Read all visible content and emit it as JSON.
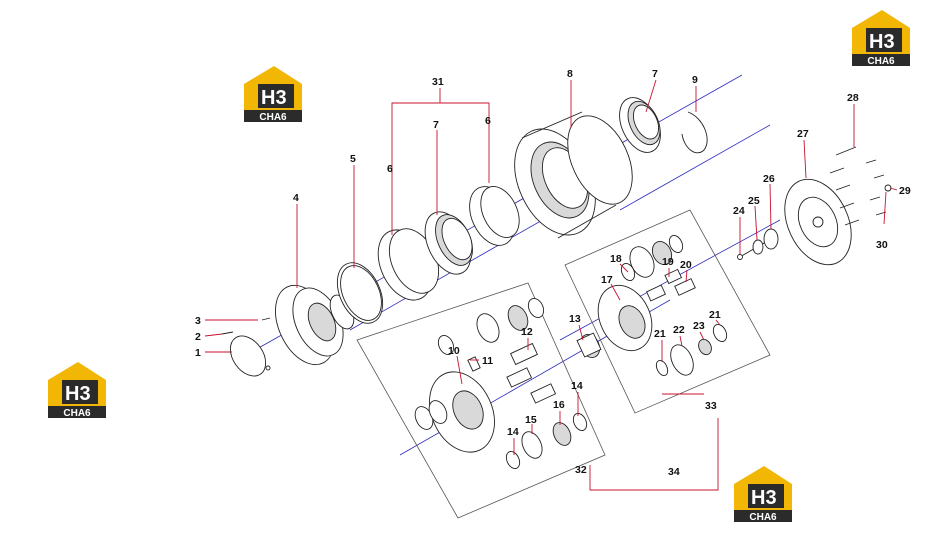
{
  "logo": {
    "mark": "H3",
    "text": "CHA6"
  },
  "callouts": {
    "c1": "1",
    "c2": "2",
    "c3": "3",
    "c4": "4",
    "c5": "5",
    "c6a": "6",
    "c6b": "6",
    "c7a": "7",
    "c7b": "7",
    "c8": "8",
    "c9": "9",
    "c10": "10",
    "c11": "11",
    "c12": "12",
    "c13": "13",
    "c14a": "14",
    "c14b": "14",
    "c15": "15",
    "c16": "16",
    "c17": "17",
    "c18": "18",
    "c19": "19",
    "c20": "20",
    "c21a": "21",
    "c21b": "21",
    "c22": "22",
    "c23": "23",
    "c24": "24",
    "c25": "25",
    "c26": "26",
    "c27": "27",
    "c28": "28",
    "c29": "29",
    "c30": "30",
    "c31": "31",
    "c32": "32",
    "c33": "33",
    "c34": "34"
  },
  "colors": {
    "leader": "#c8102e",
    "axis": "#2b2bbf",
    "logo_gold": "#f2b705",
    "logo_dark": "#2b2b2b"
  }
}
